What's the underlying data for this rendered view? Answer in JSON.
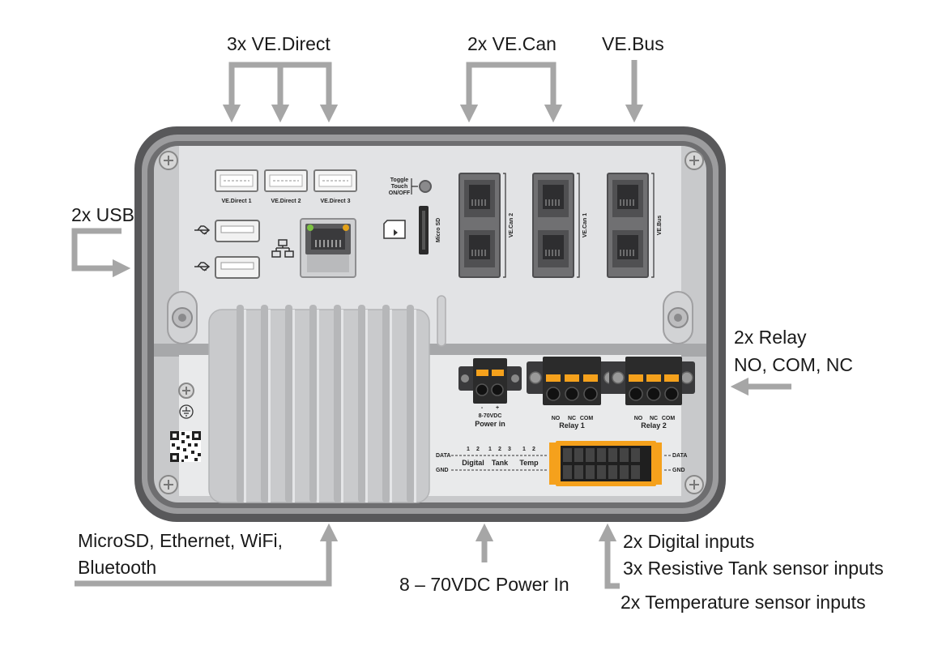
{
  "callouts": {
    "ve_direct": "3x VE.Direct",
    "ve_can": "2x VE.Can",
    "ve_bus": "VE.Bus",
    "usb": "2x USB",
    "relay_line1": "2x Relay",
    "relay_line2": "NO, COM, NC",
    "network_line1": "MicroSD, Ethernet, WiFi,",
    "network_line2": "Bluetooth",
    "power_in": "8 – 70VDC Power In",
    "inputs_line1": "2x Digital inputs",
    "inputs_line2": "3x Resistive Tank sensor inputs",
    "inputs_line3": "2x Temperature sensor inputs"
  },
  "device_labels": {
    "ve_direct_1": "VE.Direct 1",
    "ve_direct_2": "VE.Direct 2",
    "ve_direct_3": "VE.Direct 3",
    "toggle_1": "Toggle",
    "toggle_2": "Touch",
    "toggle_3": "ON/OFF",
    "micro_sd": "Micro SD",
    "ve_can_2": "VE.Can 2",
    "ve_can_1": "VE.Can 1",
    "ve_bus": "VE.Bus",
    "power_voltage": "8-70VDC",
    "power_in": "Power in",
    "power_minus": "-",
    "power_plus": "+",
    "relay_1": "Relay 1",
    "relay_2": "Relay 2",
    "pin_no": "NO",
    "pin_nc": "NC",
    "pin_com": "COM",
    "data": "DATA",
    "gnd": "GND",
    "digital": "Digital",
    "tank": "Tank",
    "temp": "Temp",
    "n1": "1",
    "n2": "2",
    "n3": "3"
  },
  "colors": {
    "arrow": "#a6a6a6",
    "case_outer": "#58585a",
    "case_rim": "#9c9c9e",
    "panel": "#e2e3e5",
    "terminal_orange": "#f5a11c",
    "connector_dark": "#2b2b2b",
    "led_green": "#7cc242",
    "led_amber": "#e3a21a"
  }
}
